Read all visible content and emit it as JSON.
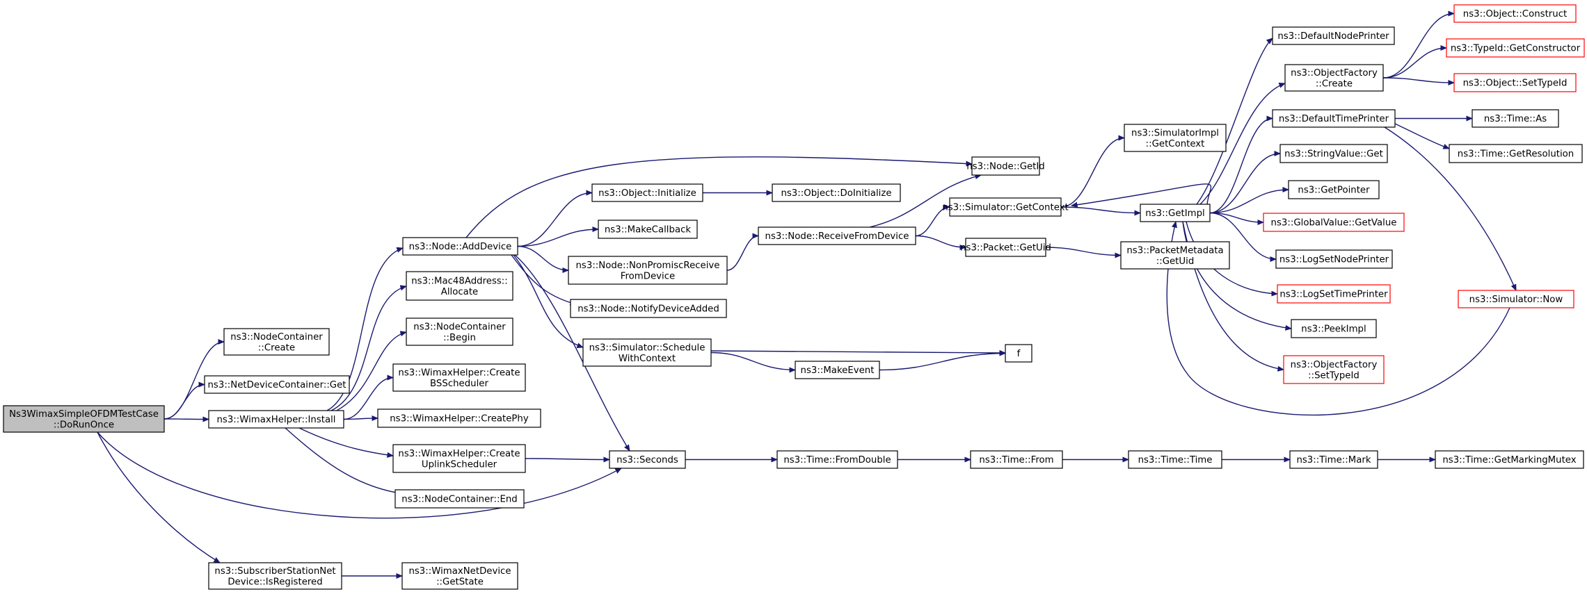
{
  "nodes": [
    {
      "id": "root",
      "lines": [
        "Ns3WimaxSimpleOFDMTestCase",
        "::DoRunOnce"
      ],
      "kind": "root"
    },
    {
      "id": "nc_create",
      "lines": [
        "ns3::NodeContainer",
        "::Create"
      ],
      "kind": "normal"
    },
    {
      "id": "ndc_get",
      "lines": [
        "ns3::NetDeviceContainer::Get"
      ],
      "kind": "normal"
    },
    {
      "id": "wh_install",
      "lines": [
        "ns3::WimaxHelper::Install"
      ],
      "kind": "normal"
    },
    {
      "id": "ssnd_isreg",
      "lines": [
        "ns3::SubscriberStationNet",
        "Device::IsRegistered"
      ],
      "kind": "normal"
    },
    {
      "id": "node_adddev",
      "lines": [
        "ns3::Node::AddDevice"
      ],
      "kind": "normal"
    },
    {
      "id": "mac48_alloc",
      "lines": [
        "ns3::Mac48Address::",
        "Allocate"
      ],
      "kind": "normal"
    },
    {
      "id": "nc_begin",
      "lines": [
        "ns3::NodeContainer",
        "::Begin"
      ],
      "kind": "normal"
    },
    {
      "id": "wh_createbs",
      "lines": [
        "ns3::WimaxHelper::Create",
        "BSScheduler"
      ],
      "kind": "normal"
    },
    {
      "id": "wh_createphy",
      "lines": [
        "ns3::WimaxHelper::CreatePhy"
      ],
      "kind": "normal"
    },
    {
      "id": "wh_createul",
      "lines": [
        "ns3::WimaxHelper::Create",
        "UplinkScheduler"
      ],
      "kind": "normal"
    },
    {
      "id": "nc_end",
      "lines": [
        "ns3::NodeContainer::End"
      ],
      "kind": "normal"
    },
    {
      "id": "wnd_getstate",
      "lines": [
        "ns3::WimaxNetDevice",
        "::GetState"
      ],
      "kind": "normal"
    },
    {
      "id": "obj_init",
      "lines": [
        "ns3::Object::Initialize"
      ],
      "kind": "normal"
    },
    {
      "id": "make_cb",
      "lines": [
        "ns3::MakeCallback"
      ],
      "kind": "normal"
    },
    {
      "id": "node_nonprom",
      "lines": [
        "ns3::Node::NonPromiscReceive",
        "FromDevice"
      ],
      "kind": "normal"
    },
    {
      "id": "node_notify",
      "lines": [
        "ns3::Node::NotifyDeviceAdded"
      ],
      "kind": "normal"
    },
    {
      "id": "sim_schedctx",
      "lines": [
        "ns3::Simulator::Schedule",
        "WithContext"
      ],
      "kind": "normal"
    },
    {
      "id": "seconds",
      "lines": [
        "ns3::Seconds"
      ],
      "kind": "normal"
    },
    {
      "id": "obj_doinit",
      "lines": [
        "ns3::Object::DoInitialize"
      ],
      "kind": "normal"
    },
    {
      "id": "node_recvfrom",
      "lines": [
        "ns3::Node::ReceiveFromDevice"
      ],
      "kind": "normal"
    },
    {
      "id": "make_event",
      "lines": [
        "ns3::MakeEvent"
      ],
      "kind": "normal"
    },
    {
      "id": "time_fromdouble",
      "lines": [
        "ns3::Time::FromDouble"
      ],
      "kind": "normal"
    },
    {
      "id": "node_getid",
      "lines": [
        "ns3::Node::GetId"
      ],
      "kind": "normal"
    },
    {
      "id": "sim_getctx",
      "lines": [
        "ns3::Simulator::GetContext"
      ],
      "kind": "normal"
    },
    {
      "id": "pkt_getuid",
      "lines": [
        "ns3::Packet::GetUid"
      ],
      "kind": "normal"
    },
    {
      "id": "f",
      "lines": [
        "f"
      ],
      "kind": "normal"
    },
    {
      "id": "time_from",
      "lines": [
        "ns3::Time::From"
      ],
      "kind": "normal"
    },
    {
      "id": "simimpl_getctx",
      "lines": [
        "ns3::SimulatorImpl",
        "::GetContext"
      ],
      "kind": "normal"
    },
    {
      "id": "getimpl",
      "lines": [
        "ns3::GetImpl"
      ],
      "kind": "normal"
    },
    {
      "id": "pktmeta_getuid",
      "lines": [
        "ns3::PacketMetadata",
        "::GetUid"
      ],
      "kind": "normal"
    },
    {
      "id": "time_time",
      "lines": [
        "ns3::Time::Time"
      ],
      "kind": "normal"
    },
    {
      "id": "default_nodeprinter",
      "lines": [
        "ns3::DefaultNodePrinter"
      ],
      "kind": "normal"
    },
    {
      "id": "objfactory_create",
      "lines": [
        "ns3::ObjectFactory",
        "::Create"
      ],
      "kind": "normal"
    },
    {
      "id": "default_timeprinter",
      "lines": [
        "ns3::DefaultTimePrinter"
      ],
      "kind": "normal"
    },
    {
      "id": "stringvalue_get",
      "lines": [
        "ns3::StringValue::Get"
      ],
      "kind": "normal"
    },
    {
      "id": "getpointer",
      "lines": [
        "ns3::GetPointer"
      ],
      "kind": "normal"
    },
    {
      "id": "globalvalue_getvalue",
      "lines": [
        "ns3::GlobalValue::GetValue"
      ],
      "kind": "red"
    },
    {
      "id": "logset_nodeprinter",
      "lines": [
        "ns3::LogSetNodePrinter"
      ],
      "kind": "normal"
    },
    {
      "id": "logset_timeprinter",
      "lines": [
        "ns3::LogSetTimePrinter"
      ],
      "kind": "red"
    },
    {
      "id": "peekimpl",
      "lines": [
        "ns3::PeekImpl"
      ],
      "kind": "normal"
    },
    {
      "id": "objfactory_settypeid",
      "lines": [
        "ns3::ObjectFactory",
        "::SetTypeId"
      ],
      "kind": "red"
    },
    {
      "id": "time_mark",
      "lines": [
        "ns3::Time::Mark"
      ],
      "kind": "normal"
    },
    {
      "id": "obj_construct",
      "lines": [
        "ns3::Object::Construct"
      ],
      "kind": "red"
    },
    {
      "id": "typeid_getctor",
      "lines": [
        "ns3::TypeId::GetConstructor"
      ],
      "kind": "red"
    },
    {
      "id": "obj_settypeid",
      "lines": [
        "ns3::Object::SetTypeId"
      ],
      "kind": "red"
    },
    {
      "id": "time_as",
      "lines": [
        "ns3::Time::As"
      ],
      "kind": "normal"
    },
    {
      "id": "time_getres",
      "lines": [
        "ns3::Time::GetResolution"
      ],
      "kind": "normal"
    },
    {
      "id": "sim_now",
      "lines": [
        "ns3::Simulator::Now"
      ],
      "kind": "red"
    },
    {
      "id": "time_getmarkmutex",
      "lines": [
        "ns3::Time::GetMarkingMutex"
      ],
      "kind": "normal"
    }
  ],
  "edges": [
    [
      "root",
      "nc_create"
    ],
    [
      "root",
      "ndc_get"
    ],
    [
      "root",
      "wh_install"
    ],
    [
      "root",
      "ssnd_isreg"
    ],
    [
      "root",
      "seconds"
    ],
    [
      "wh_install",
      "node_adddev"
    ],
    [
      "wh_install",
      "mac48_alloc"
    ],
    [
      "wh_install",
      "nc_begin"
    ],
    [
      "wh_install",
      "wh_createbs"
    ],
    [
      "wh_install",
      "wh_createphy"
    ],
    [
      "wh_install",
      "wh_createul"
    ],
    [
      "wh_install",
      "nc_end"
    ],
    [
      "ssnd_isreg",
      "wnd_getstate"
    ],
    [
      "node_adddev",
      "node_getid"
    ],
    [
      "node_adddev",
      "obj_init"
    ],
    [
      "node_adddev",
      "make_cb"
    ],
    [
      "node_adddev",
      "node_nonprom"
    ],
    [
      "node_adddev",
      "node_notify"
    ],
    [
      "node_adddev",
      "sim_schedctx"
    ],
    [
      "node_adddev",
      "seconds"
    ],
    [
      "obj_init",
      "obj_doinit"
    ],
    [
      "node_nonprom",
      "node_recvfrom"
    ],
    [
      "node_recvfrom",
      "node_getid"
    ],
    [
      "node_recvfrom",
      "sim_getctx"
    ],
    [
      "node_recvfrom",
      "pkt_getuid"
    ],
    [
      "sim_schedctx",
      "f"
    ],
    [
      "sim_schedctx",
      "make_event"
    ],
    [
      "make_event",
      "f"
    ],
    [
      "wh_createul",
      "seconds"
    ],
    [
      "seconds",
      "time_fromdouble"
    ],
    [
      "time_fromdouble",
      "time_from"
    ],
    [
      "time_from",
      "time_time"
    ],
    [
      "time_time",
      "time_mark"
    ],
    [
      "time_mark",
      "time_getmarkmutex"
    ],
    [
      "sim_getctx",
      "simimpl_getctx"
    ],
    [
      "sim_getctx",
      "getimpl"
    ],
    [
      "pkt_getuid",
      "pktmeta_getuid"
    ],
    [
      "getimpl",
      "default_nodeprinter"
    ],
    [
      "getimpl",
      "objfactory_create"
    ],
    [
      "getimpl",
      "default_timeprinter"
    ],
    [
      "getimpl",
      "stringvalue_get"
    ],
    [
      "getimpl",
      "getpointer"
    ],
    [
      "getimpl",
      "globalvalue_getvalue"
    ],
    [
      "getimpl",
      "logset_nodeprinter"
    ],
    [
      "getimpl",
      "logset_timeprinter"
    ],
    [
      "getimpl",
      "peekimpl"
    ],
    [
      "getimpl",
      "objfactory_settypeid"
    ],
    [
      "getimpl",
      "sim_getctx"
    ],
    [
      "objfactory_create",
      "obj_construct"
    ],
    [
      "objfactory_create",
      "typeid_getctor"
    ],
    [
      "objfactory_create",
      "obj_settypeid"
    ],
    [
      "default_timeprinter",
      "time_as"
    ],
    [
      "default_timeprinter",
      "time_getres"
    ],
    [
      "default_timeprinter",
      "sim_now"
    ],
    [
      "sim_now",
      "getimpl"
    ]
  ],
  "colors": {
    "edge": "#191970",
    "node_border": "#000000",
    "red_border": "#ff0000",
    "root_fill": "#bfbfbf",
    "node_fill": "#ffffff"
  }
}
